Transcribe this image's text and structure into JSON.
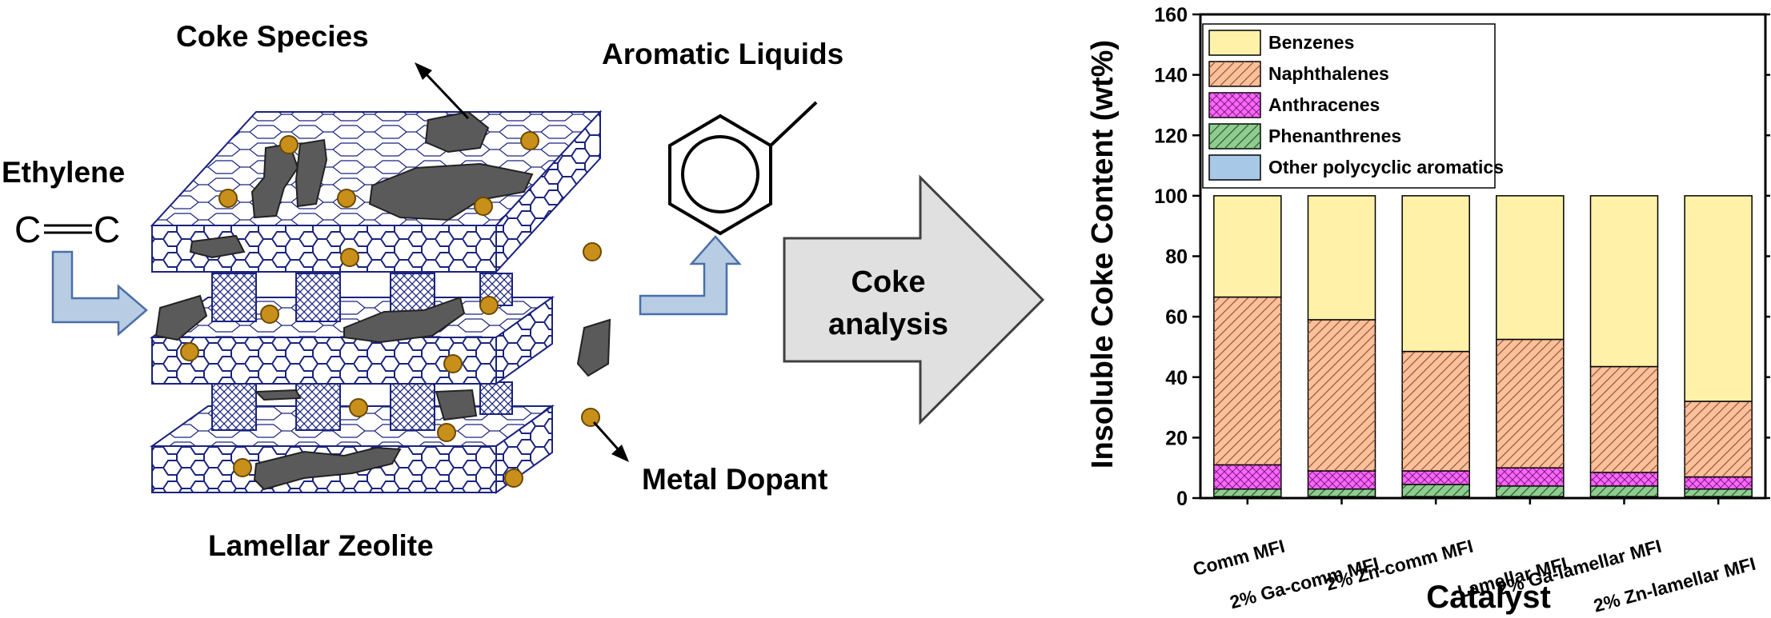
{
  "schematic": {
    "labels": {
      "coke_species": "Coke Species",
      "aromatic_liquids": "Aromatic Liquids",
      "ethylene": "Ethylene",
      "ethylene_formula_left": "C",
      "ethylene_formula_right": "C",
      "metal_dopant": "Metal Dopant",
      "lamellar_zeolite": "Lamellar Zeolite",
      "coke_analysis_line1": "Coke",
      "coke_analysis_line2": "analysis"
    },
    "colors": {
      "framework_blue": "#1a237e",
      "coke_gray": "#5a5a5a",
      "dopant_gold": "#c8901a",
      "arrow_blue": "#b8cce4"
    }
  },
  "chart_data": {
    "type": "bar",
    "stacked": true,
    "xlabel": "Catalyst",
    "ylabel": "Insoluble Coke Content (wt%)",
    "ylim": [
      0,
      160
    ],
    "yticks": [
      0,
      20,
      40,
      60,
      80,
      100,
      120,
      140,
      160
    ],
    "legend_position": "top-left",
    "categories": [
      "Comm MFI",
      "2% Ga-comm MFI",
      "2% Zn-comm MFI",
      "Lamellar MFI",
      "2% Ga-lamellar MFI",
      "2% Zn-lamellar MFI"
    ],
    "series": [
      {
        "name": "Other polycyclic aromatics",
        "color": "#a8c8e8",
        "pattern": "none",
        "values": [
          0.5,
          0.5,
          0.5,
          0.5,
          0.5,
          0.5
        ]
      },
      {
        "name": "Phenanthrenes",
        "color": "#8fcc8f",
        "pattern": "diagonal",
        "values": [
          2.5,
          2.5,
          4.0,
          3.5,
          3.5,
          2.5
        ]
      },
      {
        "name": "Anthracenes",
        "color": "#ff66ff",
        "pattern": "crosshatch",
        "values": [
          8.0,
          6.0,
          4.5,
          6.0,
          4.5,
          4.0
        ]
      },
      {
        "name": "Naphthalenes",
        "color": "#ffbf99",
        "pattern": "diagonal",
        "values": [
          55.5,
          50.0,
          39.5,
          42.5,
          35.0,
          25.0
        ]
      },
      {
        "name": "Benzenes",
        "color": "#fff2a8",
        "pattern": "none",
        "values": [
          33.5,
          41.0,
          51.5,
          47.5,
          56.5,
          68.0
        ]
      }
    ],
    "legend_order": [
      "Benzenes",
      "Naphthalenes",
      "Anthracenes",
      "Phenanthrenes",
      "Other polycyclic aromatics"
    ]
  }
}
